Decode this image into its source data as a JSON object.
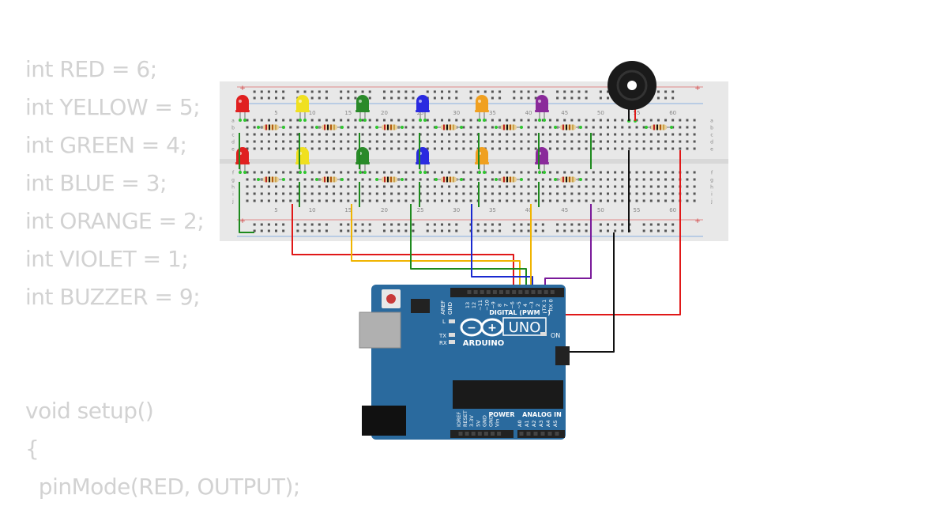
{
  "code_lines": [
    "int RED = 6;",
    "int YELLOW = 5;",
    "int GREEN = 4;",
    "int BLUE = 3;",
    "int ORANGE = 2;",
    "int VIOLET = 1;",
    "int BUZZER = 9;",
    "",
    "",
    "void setup()",
    "{",
    "  pinMode(RED, OUTPUT);"
  ],
  "breadboard": {
    "column_numbers": [
      "5",
      "10",
      "15",
      "20",
      "25",
      "30",
      "35",
      "40",
      "45",
      "50",
      "55",
      "60"
    ],
    "row_letters_top": [
      "a",
      "b",
      "c",
      "d",
      "e"
    ],
    "row_letters_bottom": [
      "f",
      "g",
      "h",
      "i",
      "j"
    ]
  },
  "led_colors": [
    "#e02020",
    "#f0e020",
    "#2a8a2a",
    "#2a2ae0",
    "#f0a020",
    "#8a2a9a"
  ],
  "wire_colors": {
    "green": "#1e8a1e",
    "red": "#e01818",
    "yellow": "#f0b400",
    "blue": "#1a2ad0",
    "purple": "#7a1a9a",
    "black": "#111111"
  },
  "arduino": {
    "brand": "ARDUINO",
    "model": "UNO",
    "digital_label": "DIGITAL (PWM ~)",
    "power_label": "POWER",
    "analog_label": "ANALOG IN",
    "aref": "AREF",
    "gnd": "GND",
    "on_label": "ON",
    "tx_label": "TX",
    "rx_label": "RX",
    "l_label": "L",
    "digital_pins": [
      "13",
      "12",
      "~11",
      "~10",
      "~9",
      "8",
      "7",
      "~6",
      "~5",
      "4",
      "~3",
      "2",
      "TX 1",
      "RX 0"
    ],
    "power_pins": [
      "IOREF",
      "RESET",
      "3.3V",
      "5V",
      "GND",
      "GND",
      "Vin"
    ],
    "analog_pins": [
      "A0",
      "A1",
      "A2",
      "A3",
      "A4",
      "A5"
    ],
    "board_color": "#2a6a9e"
  }
}
